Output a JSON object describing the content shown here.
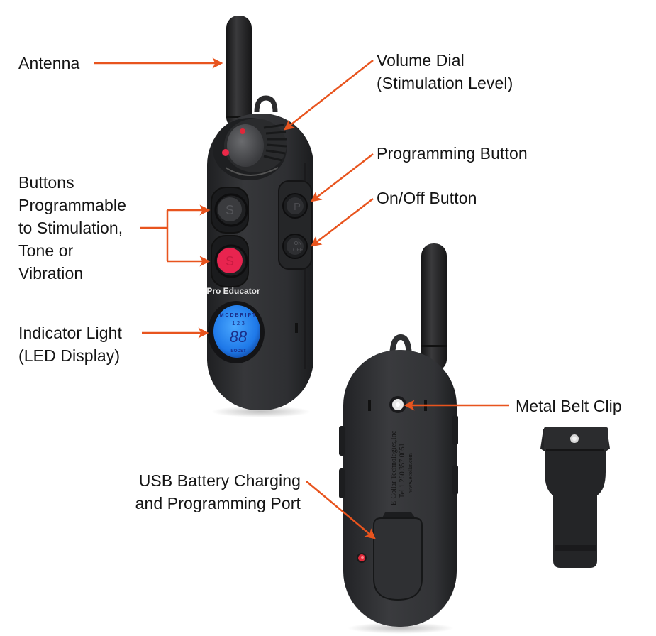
{
  "diagram": {
    "accent_color": "#e8541e",
    "device_color": "#2c2d2f",
    "labels": {
      "antenna": {
        "lines": [
          "Antenna"
        ]
      },
      "volume_dial": {
        "lines": [
          "Volume Dial",
          "(Stimulation Level)"
        ]
      },
      "programming_button": {
        "lines": [
          "Programming Button"
        ]
      },
      "on_off_button": {
        "lines": [
          "On/Off Button"
        ]
      },
      "buttons_programmable": {
        "lines": [
          "Buttons",
          "Programmable",
          "to Stimulation,",
          "Tone or",
          "Vibration"
        ]
      },
      "indicator_light": {
        "lines": [
          "Indicator Light",
          "(LED Display)"
        ]
      },
      "metal_belt_clip": {
        "lines": [
          "Metal Belt Clip"
        ]
      },
      "usb_port": {
        "lines": [
          "USB Battery Charging",
          "and Programming Port"
        ]
      }
    },
    "front_device": {
      "brand_text": "Pro Educator",
      "button_glyph": "S",
      "prog_button_glyph": "P",
      "onoff_button_glyph": "ON OFF",
      "display": {
        "digits": "88",
        "top_arc": "MCDBRIPT",
        "numbers": "1 2 3",
        "bottom_arc": "BOOST"
      }
    },
    "back_device": {
      "engraving": [
        "E-Collar Technologies,Inc",
        "Tel 1 260 357 0051",
        "www.ecollar.com"
      ]
    }
  }
}
